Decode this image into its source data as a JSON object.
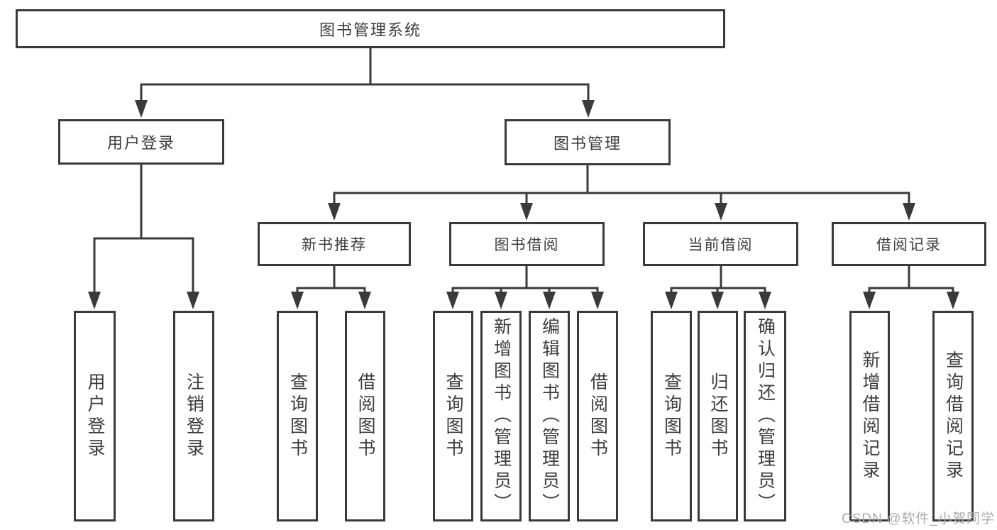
{
  "tree": {
    "root": {
      "label": "图书管理系统"
    },
    "branches": [
      {
        "label": "用户登录",
        "children": [
          {
            "label": "用户登录"
          },
          {
            "label": "注销登录"
          }
        ]
      },
      {
        "label": "图书管理",
        "children": [
          {
            "label": "新书推荐",
            "children": [
              {
                "label": "查询图书"
              },
              {
                "label": "借阅图书"
              }
            ]
          },
          {
            "label": "图书借阅",
            "children": [
              {
                "label": "查询图书"
              },
              {
                "label": "新增图书（管理员）"
              },
              {
                "label": "编辑图书（管理员）"
              },
              {
                "label": "借阅图书"
              }
            ]
          },
          {
            "label": "当前借阅",
            "children": [
              {
                "label": "查询图书"
              },
              {
                "label": "归还图书"
              },
              {
                "label": "确认归还（管理员）"
              }
            ]
          },
          {
            "label": "借阅记录",
            "children": [
              {
                "label": "新增借阅记录"
              },
              {
                "label": "查询借阅记录"
              }
            ]
          }
        ]
      }
    ]
  },
  "colors": {
    "line": "#3a3a3a",
    "text": "#3c3c3c",
    "box_background": "#ffffff",
    "watermark": "#ababab"
  },
  "watermark": {
    "text": "CSDN @软件_小贺同学"
  }
}
